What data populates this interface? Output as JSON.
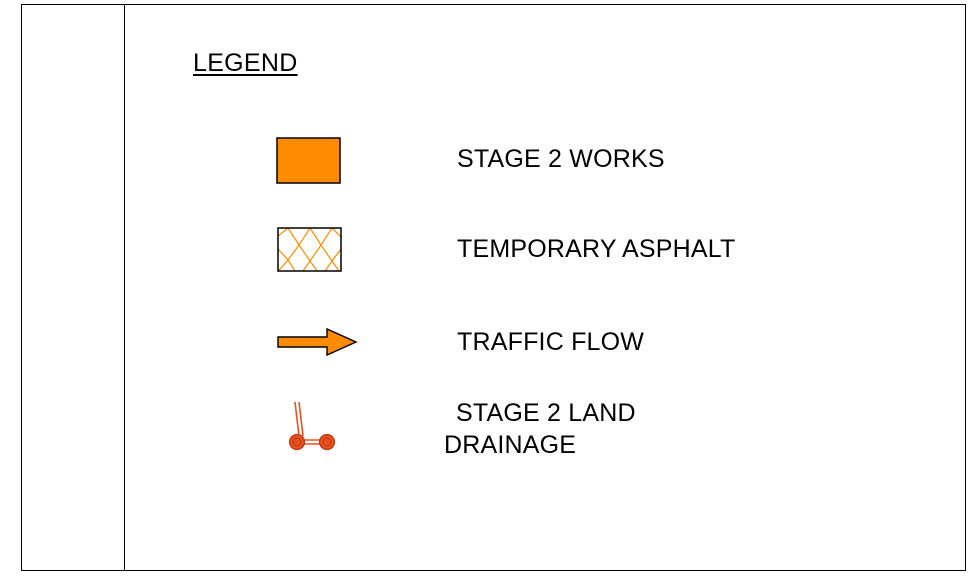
{
  "legend": {
    "title": "LEGEND",
    "items": [
      {
        "key": "stage2-works",
        "label": "STAGE 2 WORKS",
        "icon": "orange-filled-rectangle",
        "color": "#FF8C00"
      },
      {
        "key": "temporary-asphalt",
        "label": "TEMPORARY ASPHALT",
        "icon": "orange-crosshatch-rectangle",
        "color": "#FF8C00"
      },
      {
        "key": "traffic-flow",
        "label": "TRAFFIC FLOW",
        "icon": "orange-arrow",
        "color": "#FF8C00"
      },
      {
        "key": "stage2-land-drainage",
        "label_line1": "STAGE 2 LAND",
        "label_line2": "DRAINAGE",
        "icon": "red-drainage-pipe",
        "color": "#E8501E"
      }
    ]
  },
  "colors": {
    "border": "#000000",
    "orange": "#FF8C00",
    "drainage_red": "#E8501E"
  }
}
